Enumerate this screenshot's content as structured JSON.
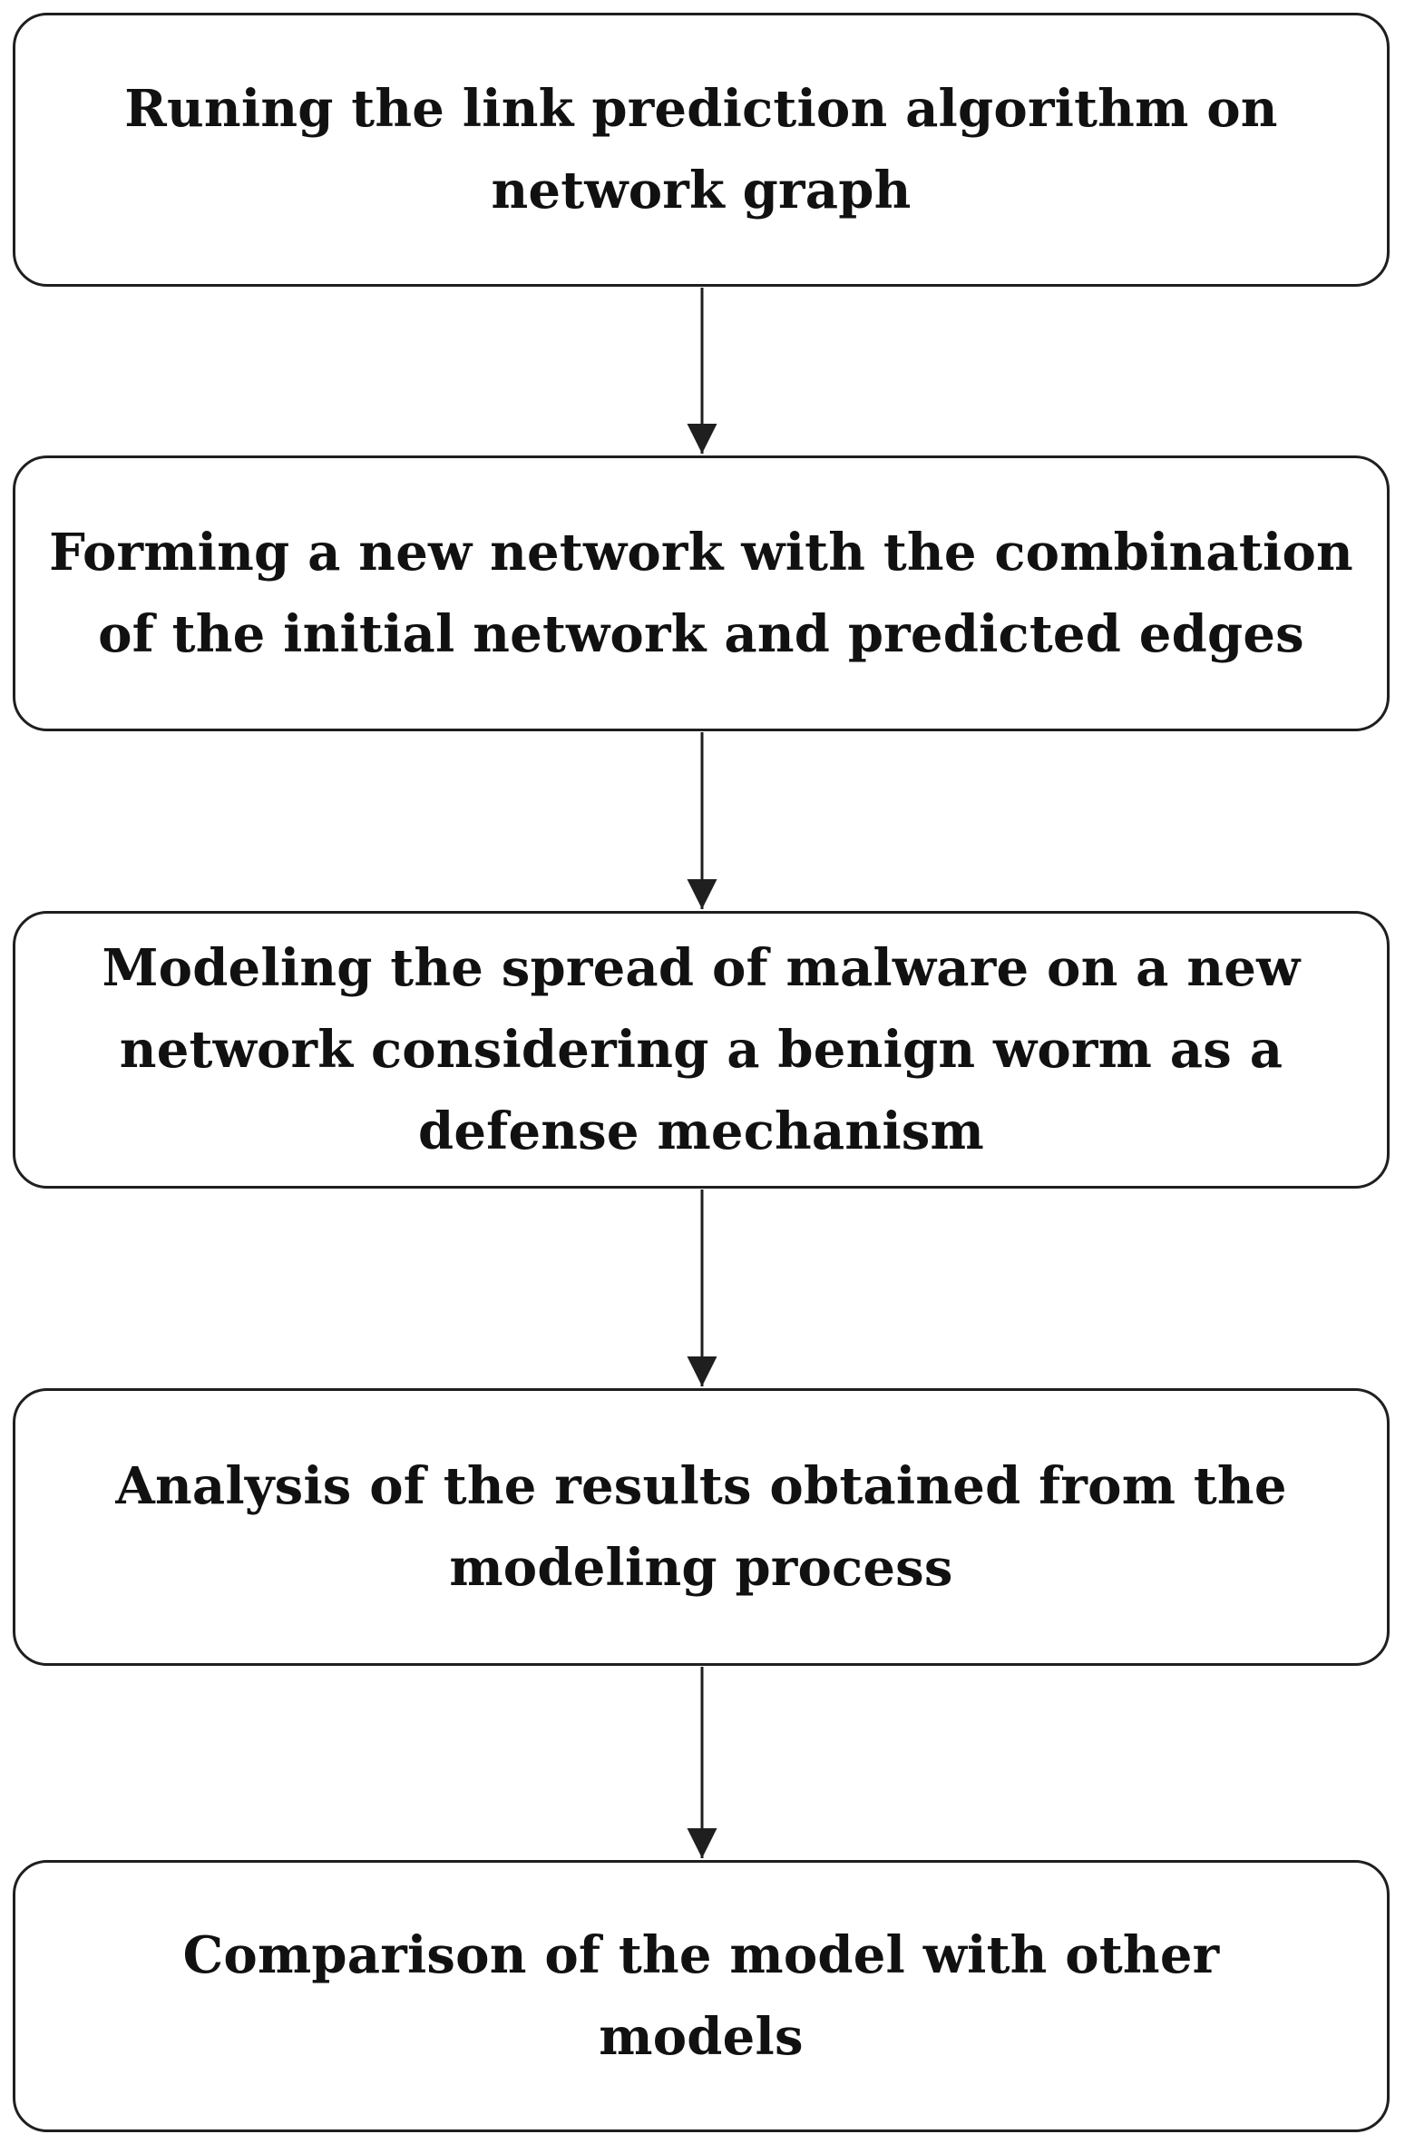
{
  "steps": [
    {
      "label": "Runing the link prediction algorithm on\nnetwork graph"
    },
    {
      "label": "Forming a new network with the combination\nof the initial network and predicted edges"
    },
    {
      "label": "Modeling the spread of malware on a new\nnetwork considering a benign worm as a\ndefense mechanism"
    },
    {
      "label": "Analysis of the results obtained from the\nmodeling process"
    },
    {
      "label": "Comparison of the model with other\nmodels"
    }
  ],
  "colors": {
    "stroke": "#1f1f1f",
    "text": "#111111",
    "background": "#ffffff"
  }
}
